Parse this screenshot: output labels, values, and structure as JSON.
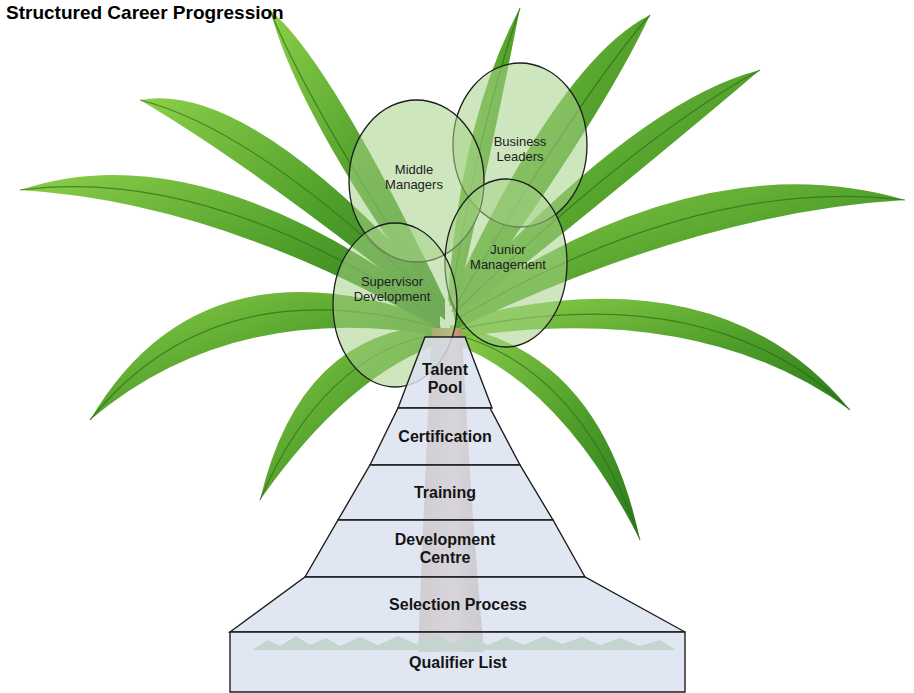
{
  "diagram": {
    "title": "Structured Career Progression",
    "nodes": [
      {
        "text": [
          "Business Leaders"
        ]
      },
      {
        "text": [
          "Middle Managers"
        ]
      },
      {
        "text": [
          "Junior Management"
        ]
      },
      {
        "text": [
          "Supervisor Development"
        ]
      },
      {
        "text": [
          "Talent Pool"
        ]
      },
      {
        "text": [
          "Certification"
        ]
      },
      {
        "text": [
          "Training"
        ]
      },
      {
        "text": [
          "Development Centre"
        ]
      },
      {
        "text": [
          "Selection Process"
        ]
      },
      {
        "text": [
          "Qualifier List"
        ]
      }
    ]
  }
}
